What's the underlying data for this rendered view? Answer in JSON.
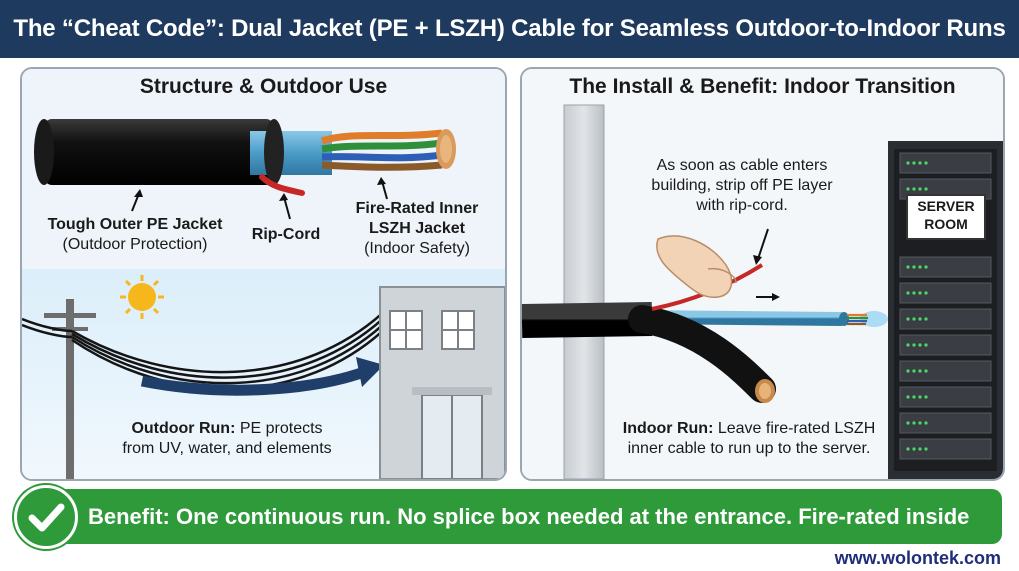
{
  "header": {
    "title": "The “Cheat Code”: Dual Jacket (PE + LSZH) Cable for Seamless Outdoor-to-Indoor Runs"
  },
  "left_panel": {
    "title": "Structure & Outdoor Use",
    "outer_jacket": {
      "line1": "Tough Outer PE Jacket",
      "line2": "(Outdoor Protection)"
    },
    "rip_cord": "Rip-Cord",
    "inner_jacket": {
      "line1": "Fire-Rated Inner",
      "line2": "LSZH Jacket",
      "line3": "(Indoor Safety)"
    },
    "outdoor_run": {
      "bold": "Outdoor Run:",
      "text1": " PE protects",
      "text2": "from UV, water, and elements"
    }
  },
  "right_panel": {
    "title": "The Install & Benefit: Indoor Transition",
    "instruction": {
      "line1": "As soon as cable enters",
      "line2": "building, strip off PE layer",
      "line3": "with rip-cord."
    },
    "server_room": {
      "line1": "SERVER",
      "line2": "ROOM"
    },
    "indoor_run": {
      "bold": "Indoor Run:",
      "text1": " Leave fire-rated LSZH",
      "text2": "inner cable to run up to the server."
    }
  },
  "benefit": {
    "text": "Benefit: One continuous run. No splice box needed at the entrance. Fire-rated inside"
  },
  "footer": {
    "url": "www.wolontek.com"
  },
  "colors": {
    "header": "#1f3a5f",
    "benefit": "#2e9a3a",
    "lszh": "#5ba6cf",
    "pe": "#111111",
    "rip_cord": "#c62828"
  }
}
